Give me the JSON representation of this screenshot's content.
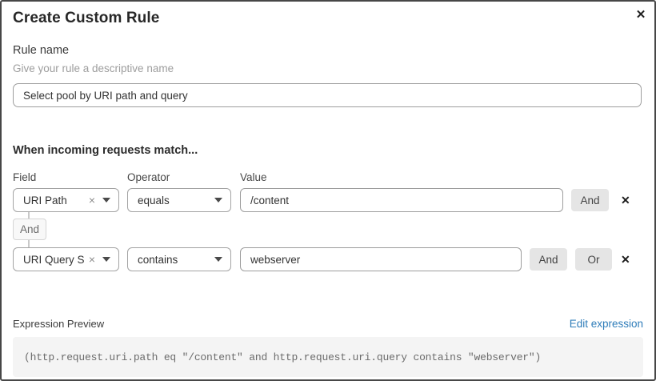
{
  "dialog": {
    "title": "Create Custom Rule"
  },
  "icons": {
    "close": "✕",
    "clear": "×",
    "remove": "✕"
  },
  "rule_name": {
    "label": "Rule name",
    "hint": "Give your rule a descriptive name",
    "value": "Select pool by URI path and query"
  },
  "matcher": {
    "heading": "When incoming requests match...",
    "columns": {
      "field": "Field",
      "operator": "Operator",
      "value": "Value"
    },
    "rows": [
      {
        "field": "URI Path",
        "operator": "equals",
        "value": "/content",
        "buttons": [
          "And"
        ]
      },
      {
        "field": "URI Query St...",
        "operator": "contains",
        "value": "webserver",
        "buttons": [
          "And",
          "Or"
        ]
      }
    ],
    "connector": "And"
  },
  "expression": {
    "label": "Expression Preview",
    "edit_link": "Edit expression",
    "code": "(http.request.uri.path eq \"/content\" and http.request.uri.query contains \"webserver\")"
  },
  "colors": {
    "link_blue": "#2e7cb9",
    "button_gray": "#e5e5e5",
    "code_background": "#f4f4f4",
    "border_gray": "#a3a3a3"
  }
}
